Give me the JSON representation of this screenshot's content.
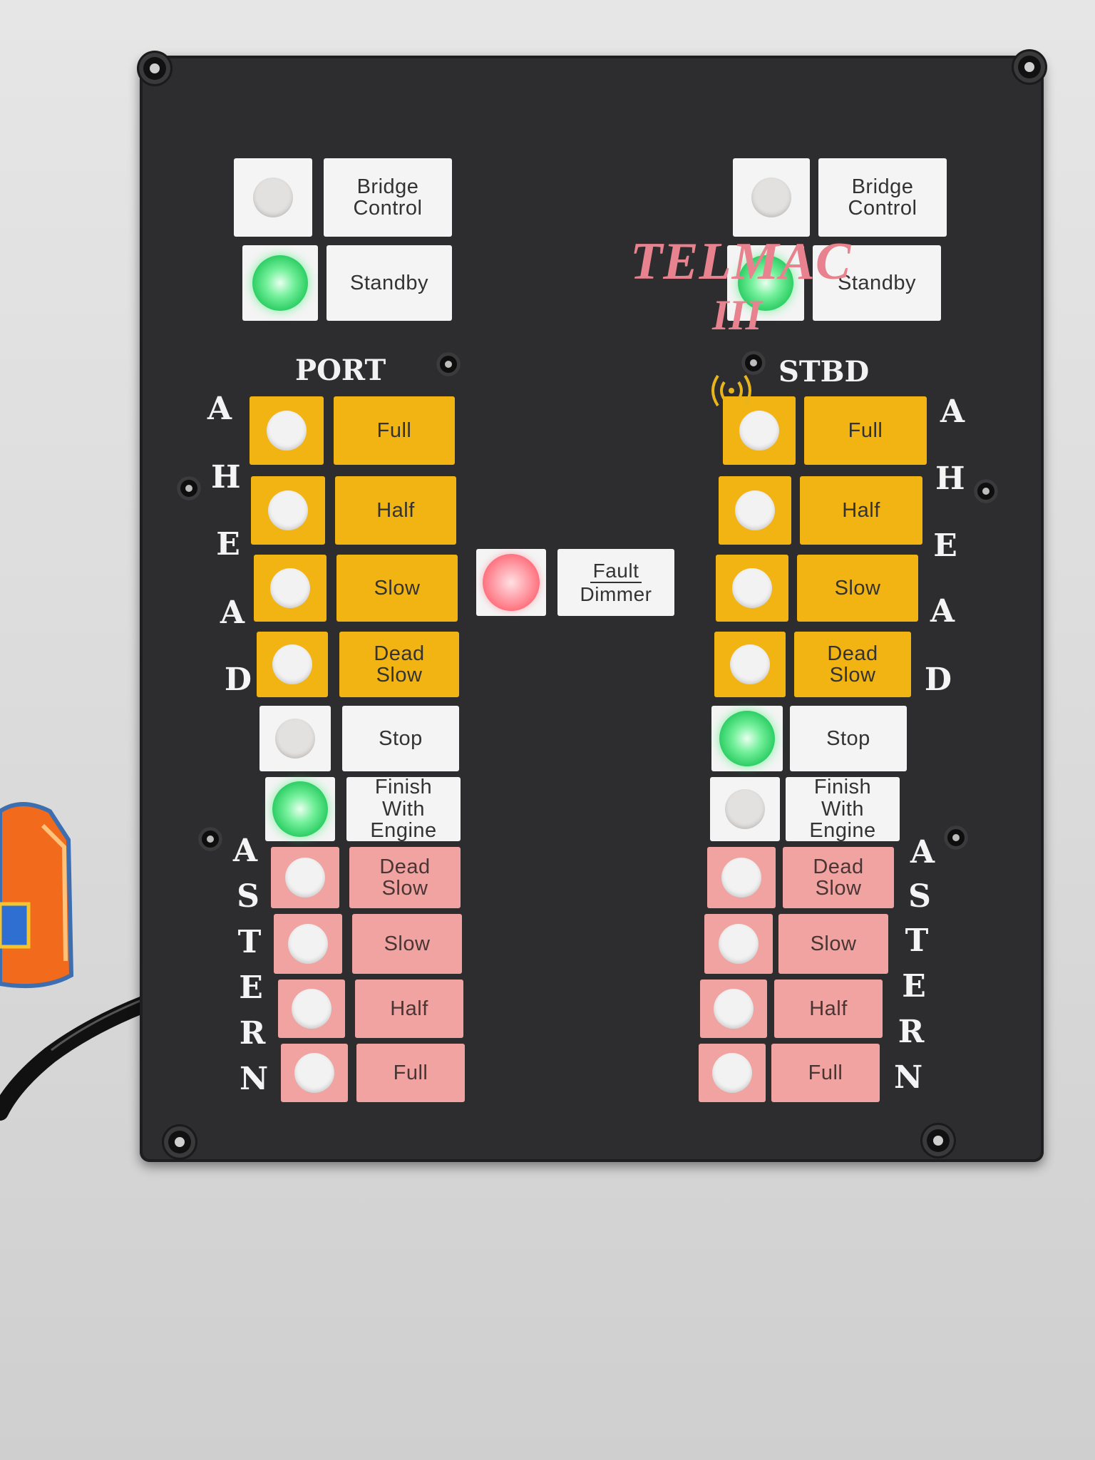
{
  "brand": {
    "name": "TELMAC",
    "model": "III"
  },
  "sides": {
    "port": {
      "label": "PORT"
    },
    "stbd": {
      "label": "STBD"
    }
  },
  "top_controls": [
    "Bridge\nControl",
    "Standby"
  ],
  "ahead_keys": [
    "Full",
    "Half",
    "Slow",
    "Dead\nSlow"
  ],
  "mid_keys": [
    "Stop",
    "Finish With\nEngine"
  ],
  "astern_keys": [
    "Dead\nSlow",
    "Slow",
    "Half",
    "Full"
  ],
  "side_letters": {
    "ahead": [
      "A",
      "H",
      "E",
      "A",
      "D"
    ],
    "astern": [
      "A",
      "S",
      "T",
      "E",
      "R",
      "N"
    ]
  },
  "fault_dimmer": {
    "line1": "Fault",
    "line2": "Dimmer"
  },
  "indicator_states": {
    "port": {
      "bridge_control": "off",
      "standby": "on",
      "stop": "off",
      "finish_with_engine": "on"
    },
    "stbd": {
      "bridge_control": "off",
      "standby": "on",
      "stop": "on",
      "finish_with_engine": "off"
    },
    "fault": "on"
  },
  "colors": {
    "panel": "#2d2d2f",
    "ahead": "#f2b413",
    "astern": "#f0a3a0",
    "brand": "#e8828f",
    "lamp_on_green": "#2fcf66",
    "lamp_on_red": "#ff6b78"
  },
  "icons": [
    "wireless-signal-icon"
  ]
}
